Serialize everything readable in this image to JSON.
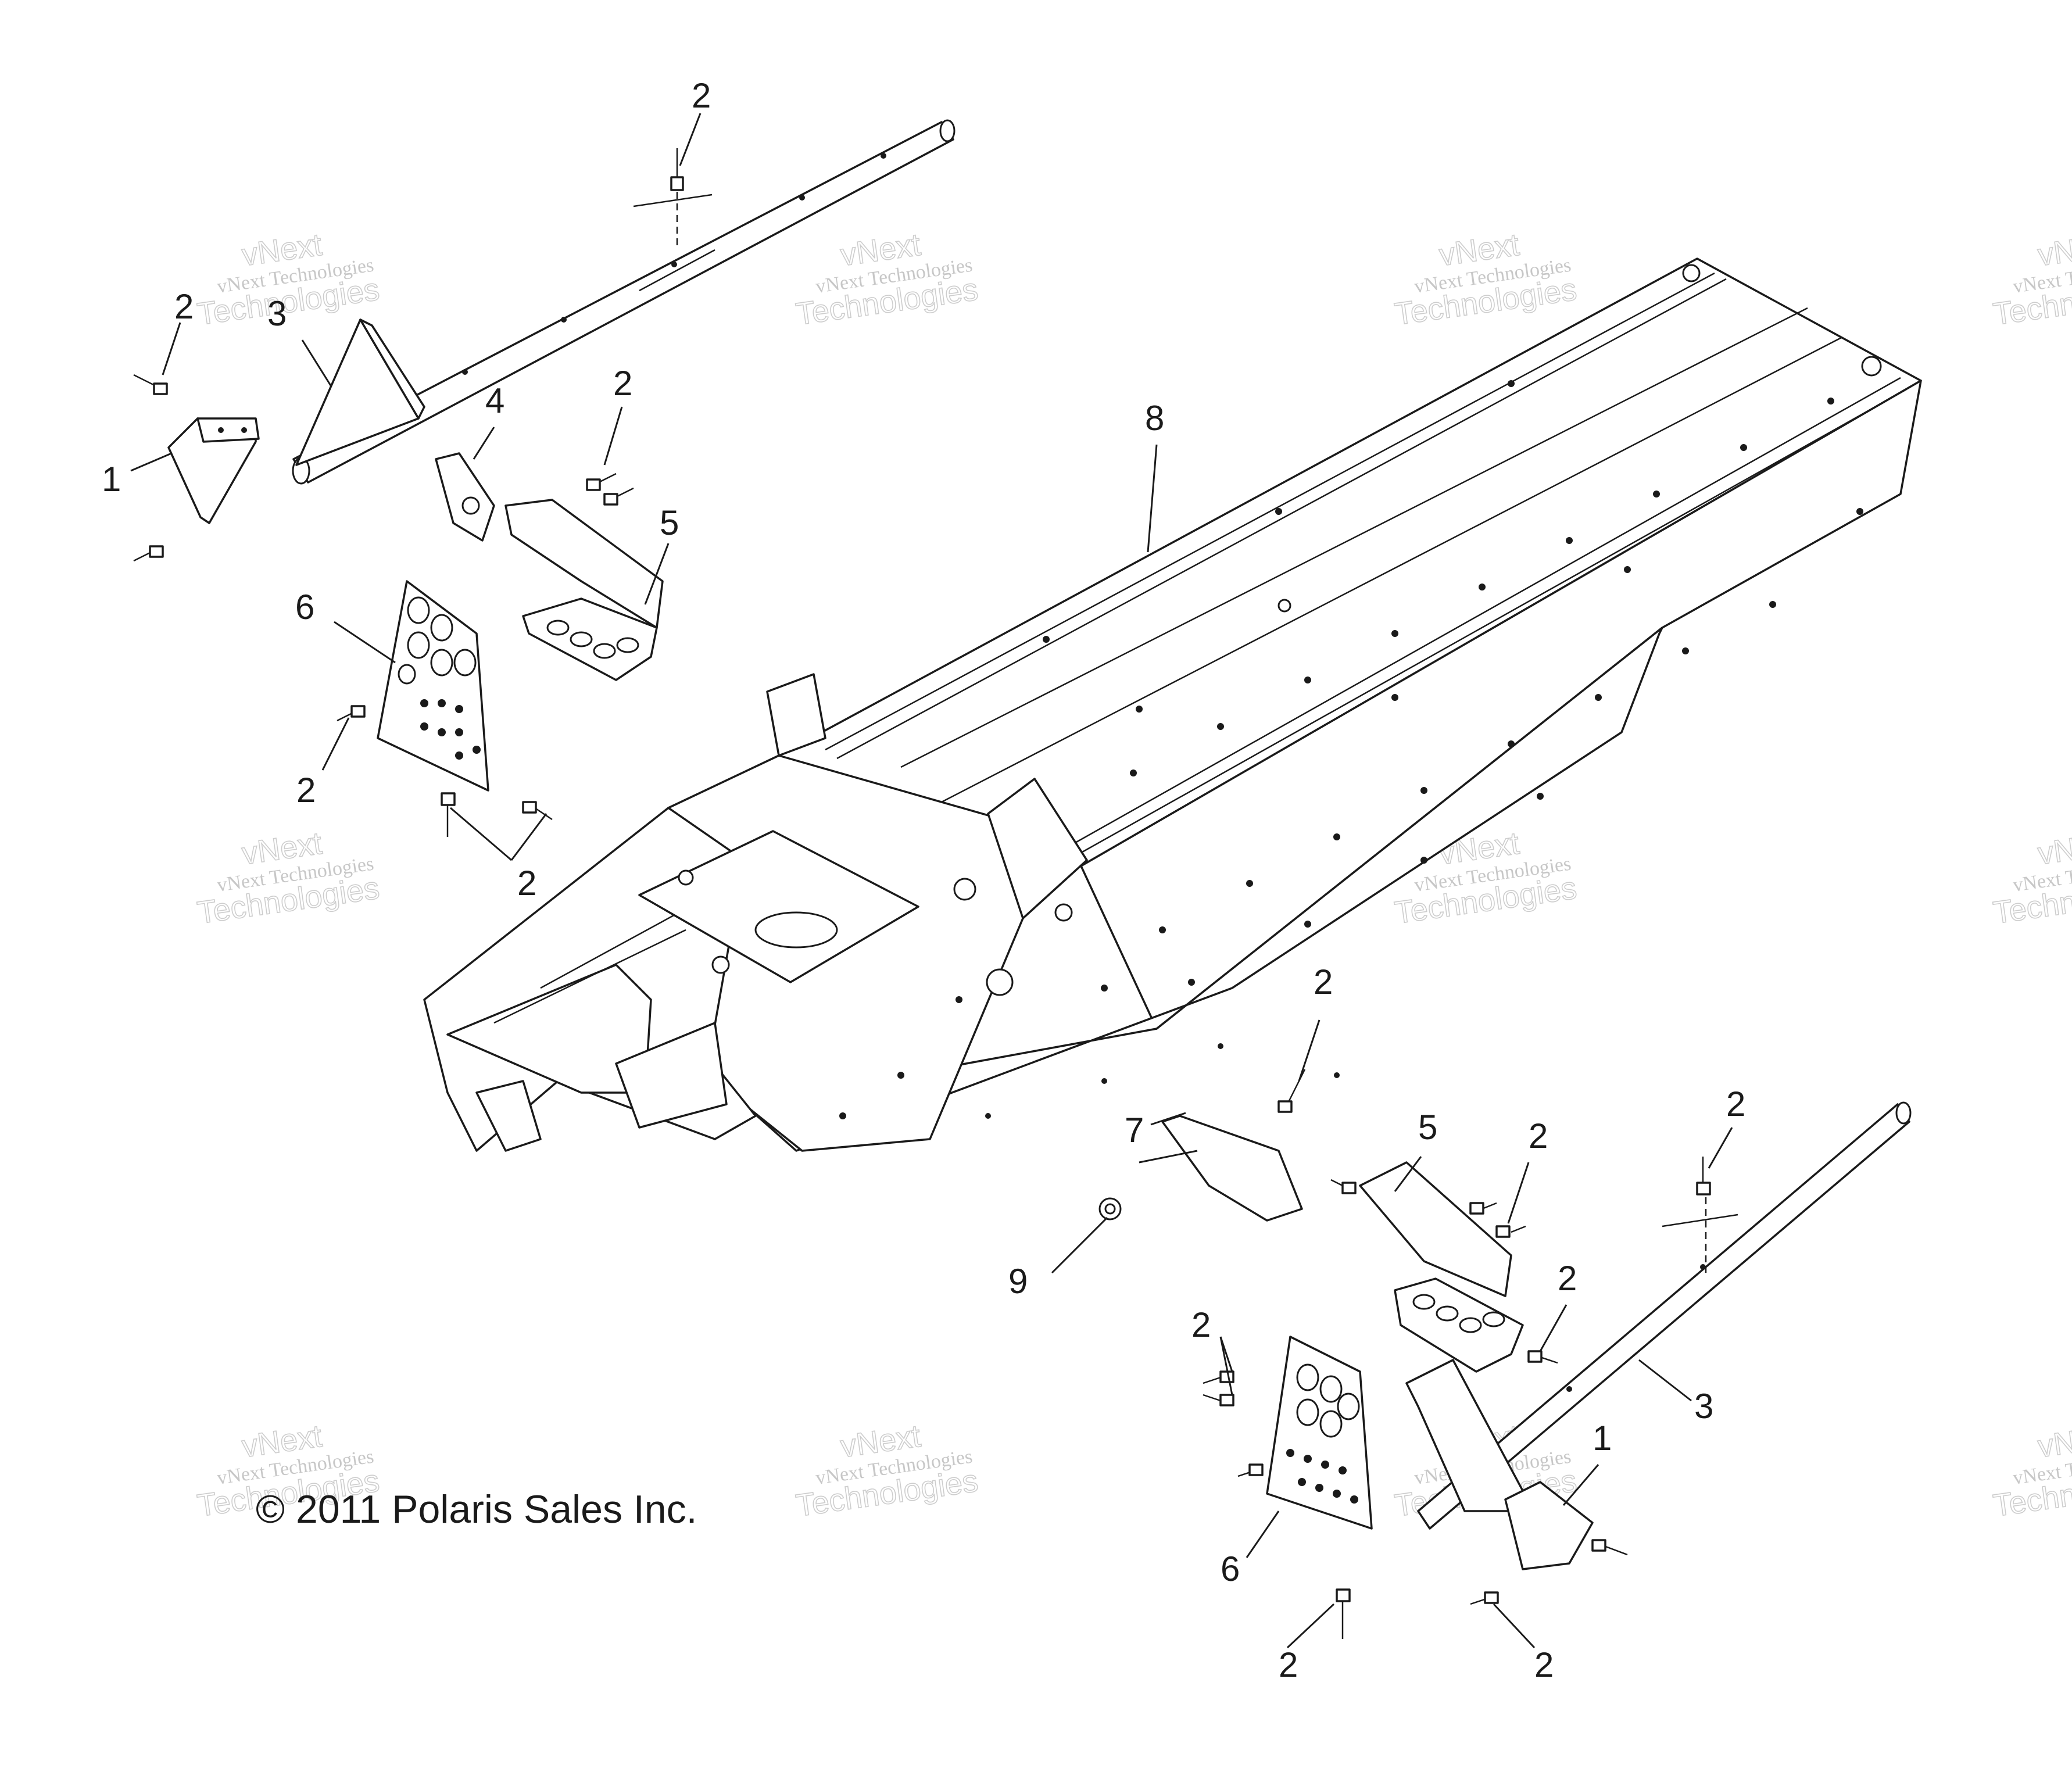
{
  "copyright": "© 2011 Polaris Sales Inc.",
  "watermark": {
    "line1": "vNext",
    "line2": "vNext Technologies",
    "line3": "Technologies"
  },
  "callouts": [
    {
      "id": "c2-top-rail",
      "label": "2"
    },
    {
      "id": "c2-left-bracket",
      "label": "2"
    },
    {
      "id": "c3-left-rail",
      "label": "3"
    },
    {
      "id": "c1-left-bracket",
      "label": "1"
    },
    {
      "id": "c4-left-plate",
      "label": "4"
    },
    {
      "id": "c2-left-bolts",
      "label": "2"
    },
    {
      "id": "c5-left-footrest",
      "label": "5"
    },
    {
      "id": "c8-tunnel",
      "label": "8"
    },
    {
      "id": "c6-left-footplate",
      "label": "6"
    },
    {
      "id": "c2-left-footplate-side",
      "label": "2"
    },
    {
      "id": "c2-left-footplate-bottom",
      "label": "2"
    },
    {
      "id": "c2-right-deflector",
      "label": "2"
    },
    {
      "id": "c7-deflector",
      "label": "7"
    },
    {
      "id": "c5-right-footrest",
      "label": "5"
    },
    {
      "id": "c2-right-footrest",
      "label": "2"
    },
    {
      "id": "c2-right-rail",
      "label": "2"
    },
    {
      "id": "c9-grommet",
      "label": "9"
    },
    {
      "id": "c2-right-footrest-side",
      "label": "2"
    },
    {
      "id": "c2-right-footplate-side",
      "label": "2"
    },
    {
      "id": "c3-right-rail",
      "label": "3"
    },
    {
      "id": "c1-right-bracket",
      "label": "1"
    },
    {
      "id": "c6-right-footplate",
      "label": "6"
    },
    {
      "id": "c2-right-footplate-bottom",
      "label": "2"
    },
    {
      "id": "c2-right-bracket-bottom",
      "label": "2"
    }
  ]
}
